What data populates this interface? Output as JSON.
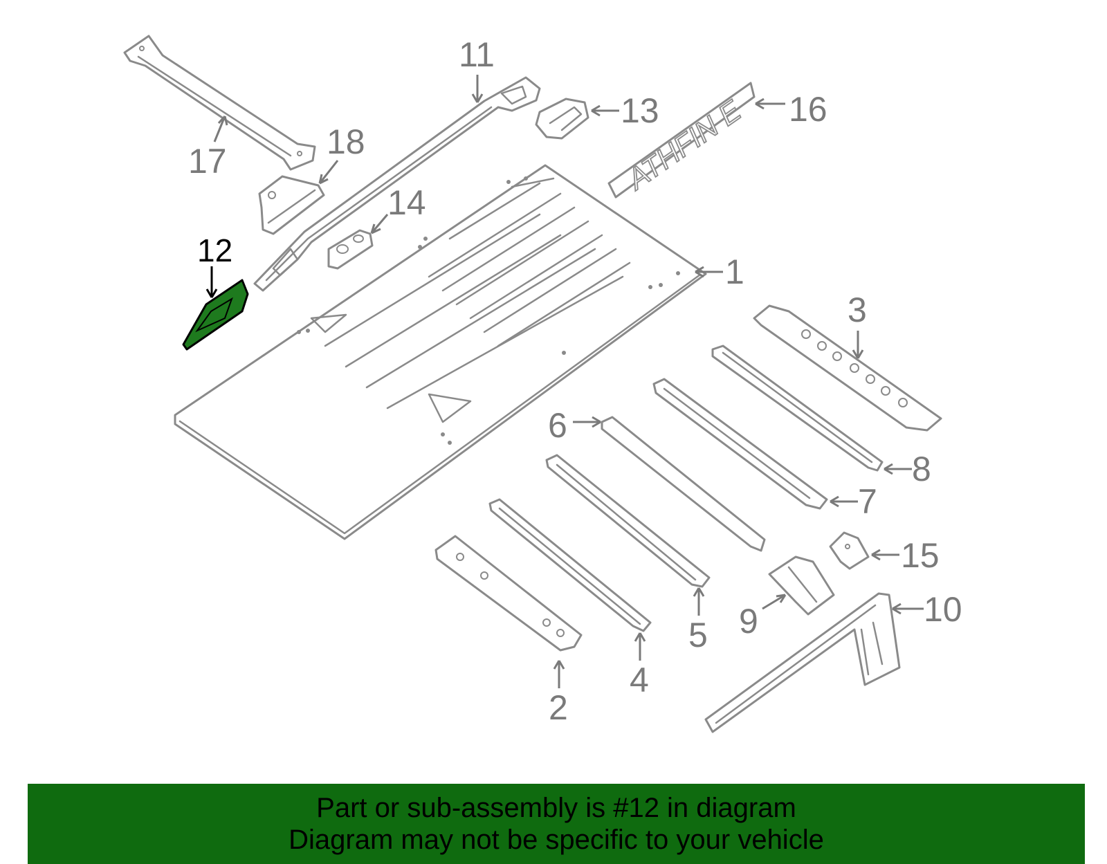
{
  "diagram": {
    "highlight_color": "#1e7a1e",
    "callouts": {
      "c1": "1",
      "c2": "2",
      "c3": "3",
      "c4": "4",
      "c5": "5",
      "c6": "6",
      "c7": "7",
      "c8": "8",
      "c9": "9",
      "c10": "10",
      "c11": "11",
      "c12": "12",
      "c13": "13",
      "c14": "14",
      "c15": "15",
      "c16": "16",
      "c17": "17",
      "c18": "18"
    },
    "emblem_text": "ATHFIN  E"
  },
  "banner": {
    "background": "#0f6b0f",
    "line1": "Part or sub-assembly is #12 in diagram",
    "line2": "Diagram may not be specific to your vehicle"
  }
}
